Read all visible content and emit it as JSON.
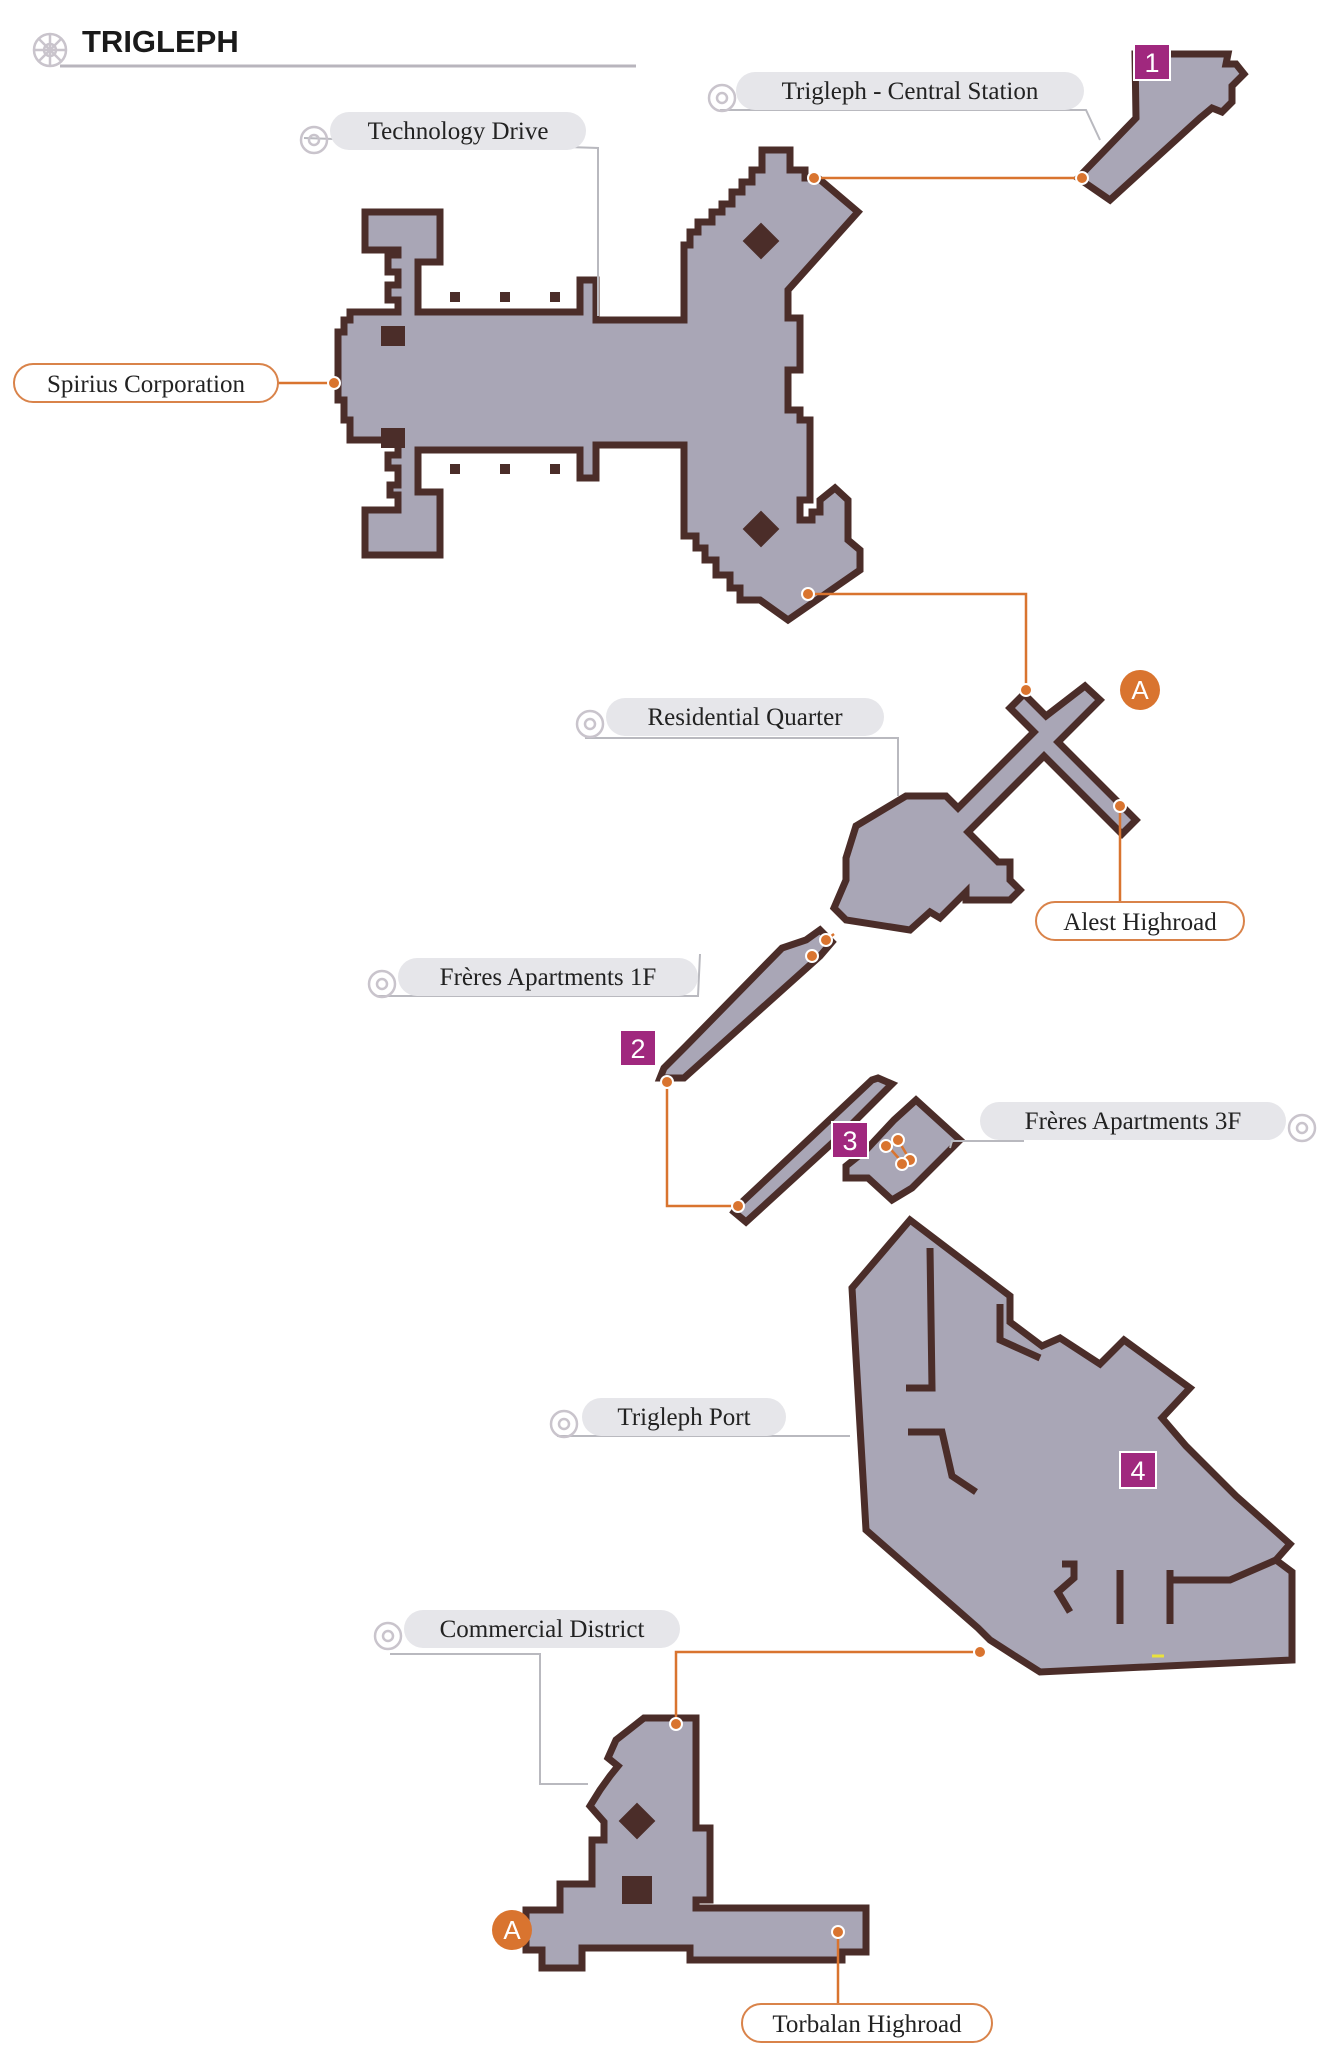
{
  "title": "TRIGLEPH",
  "areas": {
    "central_station": "Trigleph - Central Station",
    "technology_drive": "Technology Drive",
    "spirius": "Spirius Corporation",
    "residential": "Residential Quarter",
    "alest": "Alest Highroad",
    "freres1f": "Frères Apartments 1F",
    "freres3f": "Frères Apartments 3F",
    "port": "Trigleph Port",
    "commercial": "Commercial District",
    "torbalan": "Torbalan Highroad"
  },
  "markers": {
    "m1": "1",
    "m2": "2",
    "m3": "3",
    "m4": "4",
    "a_top": "A",
    "a_bottom": "A"
  },
  "colors": {
    "floor": "#a9a6b6",
    "wall": "#4b2d29",
    "connector": "#d9742f",
    "number_marker": "#a0287e"
  }
}
